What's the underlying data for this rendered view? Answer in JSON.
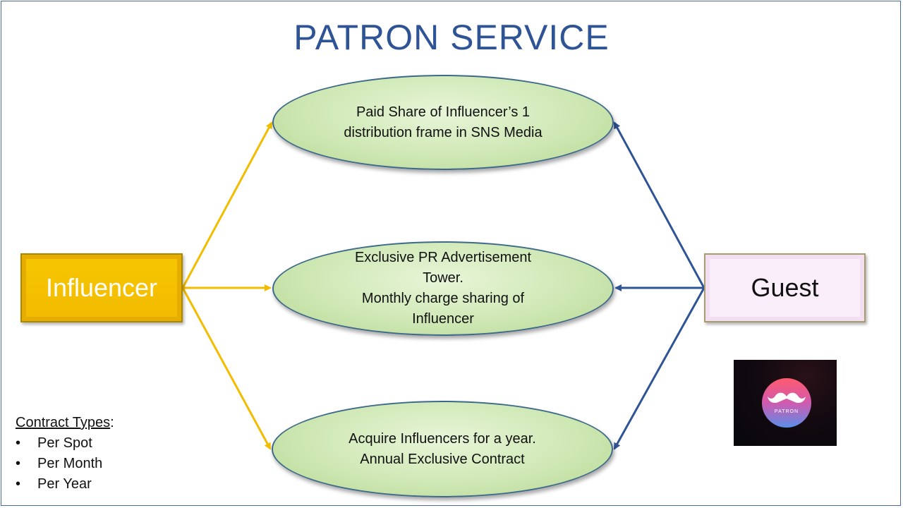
{
  "title": "PATRON SERVICE",
  "nodes": {
    "influencer": "Influencer",
    "guest": "Guest"
  },
  "services": [
    {
      "label": "Paid Share of Influencer’s 1\ndistribution frame in SNS Media"
    },
    {
      "label": "Exclusive PR Advertisement\nTower.\nMonthly charge sharing of\nInfluencer"
    },
    {
      "label": "Acquire Influencers for a year.\nAnnual Exclusive Contract"
    }
  ],
  "contract": {
    "heading": "Contract Types",
    "heading_suffix": ":",
    "items": [
      "Per Spot",
      "Per Month",
      "Per Year"
    ]
  },
  "logo": {
    "text": "PATRON",
    "icon": "mustache-icon"
  },
  "colors": {
    "title": "#2f5496",
    "influencer_arrow": "#f2bd00",
    "guest_arrow": "#2f5496",
    "ellipse_fill": "#cfe8b5"
  }
}
